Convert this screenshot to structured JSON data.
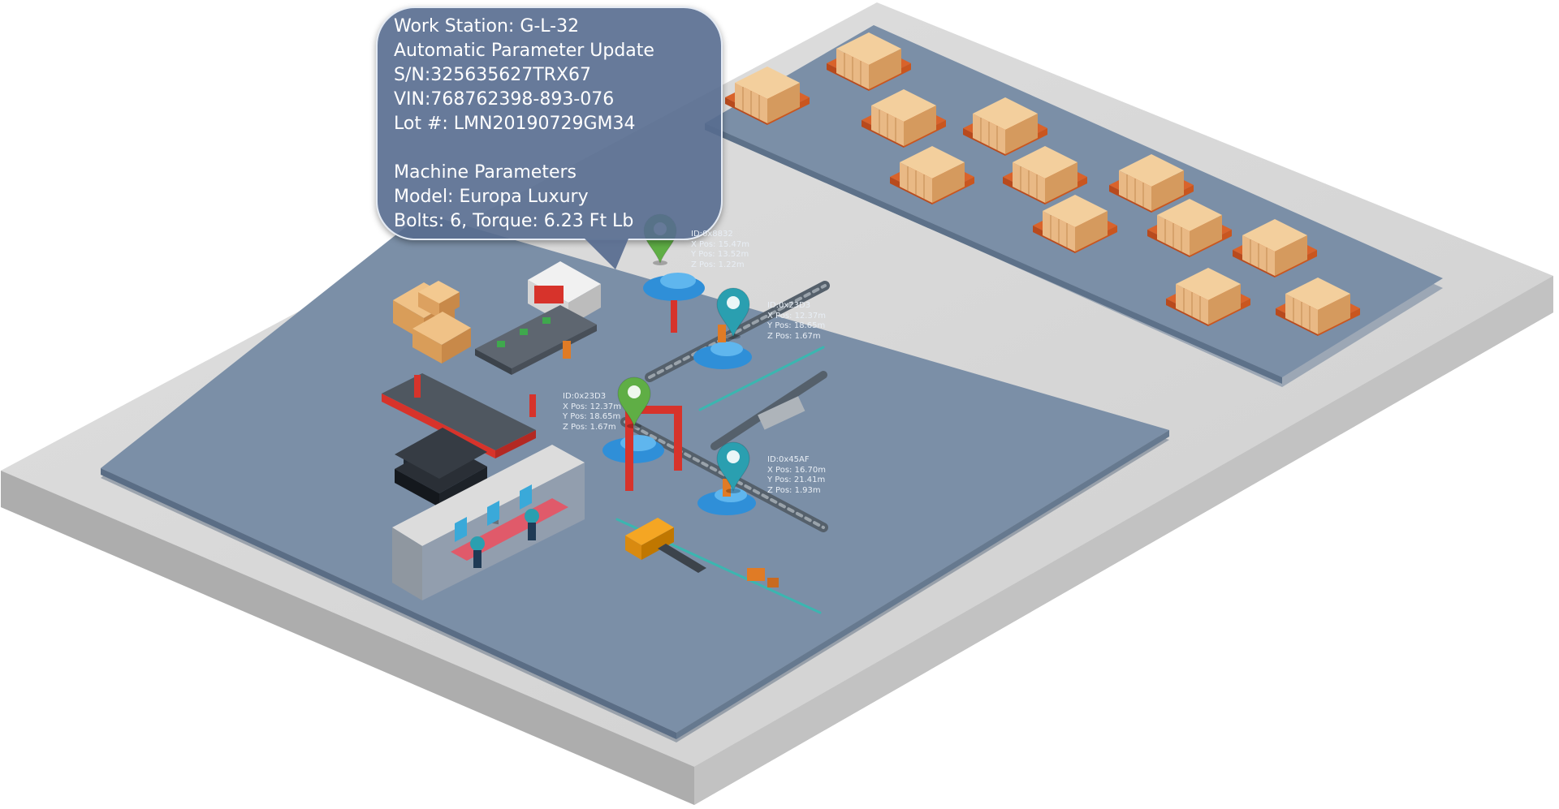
{
  "tooltip": {
    "work_station": "Work Station: G-L-32",
    "update": "Automatic Parameter Update",
    "serial": "S/N:325635627TRX67",
    "vin": "VIN:768762398-893-076",
    "lot": "Lot #: LMN20190729GM34",
    "params_title": "Machine Parameters",
    "model": "Model: Europa Luxury",
    "bolts": "Bolts: 6, Torque: 6.23 Ft Lb"
  },
  "markers": [
    {
      "id": "ID:0x8832",
      "x": "X Pos: 15.47m",
      "y": "Y Pos: 13.52m",
      "z": "Z Pos: 1.22m",
      "color": "#5fae45"
    },
    {
      "id": "ID:0x23D3",
      "x": "X Pos: 12.37m",
      "y": "Y Pos: 18.65m",
      "z": "Z Pos: 1.67m",
      "color": "#2a9fb0"
    },
    {
      "id": "ID:0x23D3",
      "x": "X Pos: 12.37m",
      "y": "Y Pos: 18.65m",
      "z": "Z Pos: 1.67m",
      "color": "#5fae45"
    },
    {
      "id": "ID:0x45AF",
      "x": "X Pos: 16.70m",
      "y": "Y Pos: 21.41m",
      "z": "Z Pos: 1.93m",
      "color": "#2a9fb0"
    }
  ],
  "colors": {
    "floor": "#7a8ea6",
    "floor_edge": "#5c7088",
    "slab_top": "#d7d7d7",
    "slab_side": "#b9b9b9",
    "pallet": "#d9632b",
    "box": "#e9b985",
    "conveyor": "#6a7077",
    "car": "#2f8fd8",
    "robot": "#e07b25",
    "frame": "#d7332b",
    "screen": "#3aa9d9"
  }
}
